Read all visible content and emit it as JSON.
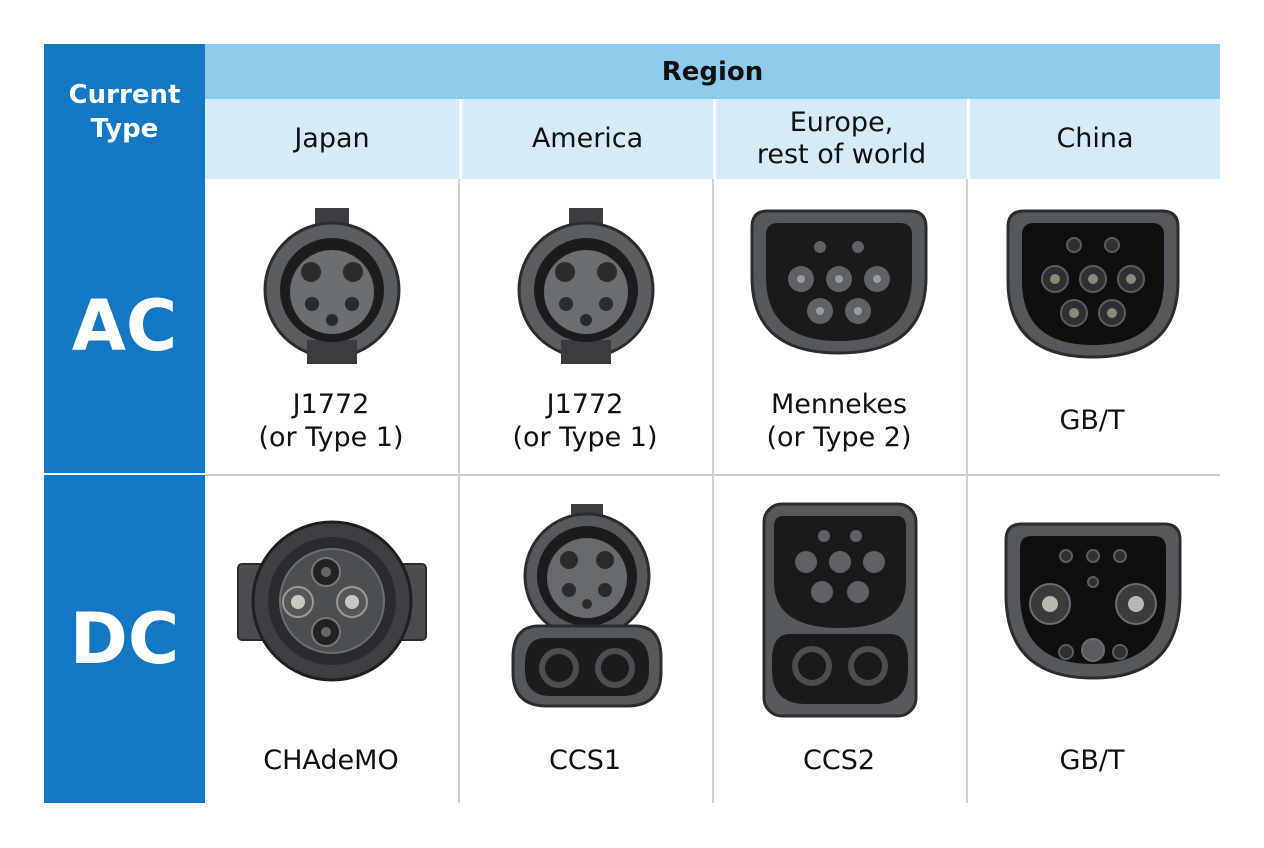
{
  "header": {
    "current_type": "Current\nType",
    "region": "Region",
    "regions": [
      "Japan",
      "America",
      "Europe,\nrest of world",
      "China"
    ]
  },
  "rows": {
    "ac": {
      "label": "AC",
      "connectors": [
        "J1772\n(or Type 1)",
        "J1772\n(or Type 1)",
        "Mennekes\n(or Type 2)",
        "GB/T"
      ]
    },
    "dc": {
      "label": "DC",
      "connectors": [
        "CHAdeMO",
        "CCS1",
        "CCS2",
        "GB/T"
      ]
    }
  },
  "colors": {
    "dark_blue": "#1477c4",
    "mid_blue": "#8ccbec",
    "light_blue": "#d5ecf8",
    "connector_body": "#55585c",
    "connector_dark": "#1a1a1c"
  },
  "icons": [
    "j1772-connector-icon",
    "j1772-connector-icon",
    "type2-connector-icon",
    "gbt-ac-connector-icon",
    "chademo-connector-icon",
    "ccs1-connector-icon",
    "ccs2-connector-icon",
    "gbt-dc-connector-icon"
  ]
}
